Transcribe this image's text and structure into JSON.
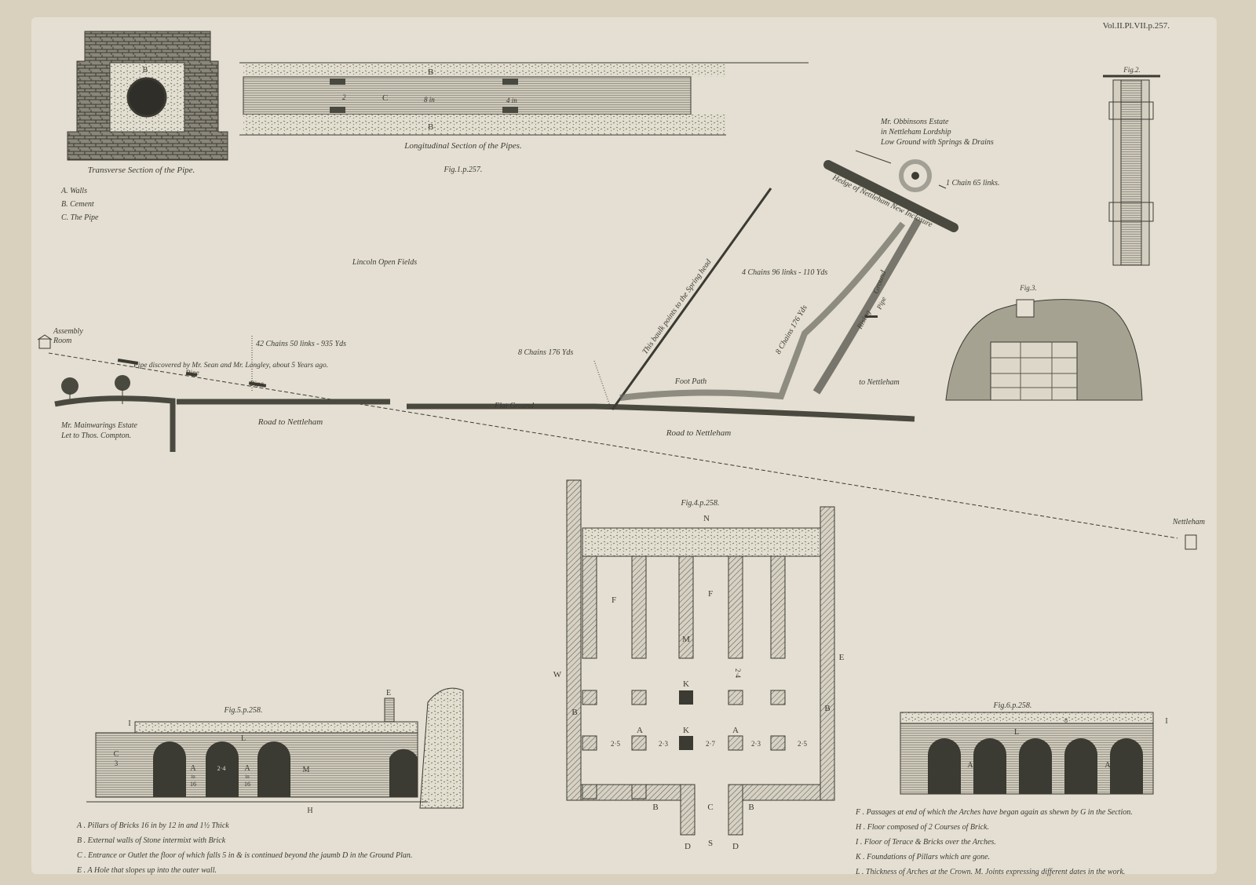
{
  "plate_ref": "Vol.II.Pl.VII.p.257.",
  "fig1": {
    "transverse_caption": "Transverse Section of the Pipe.",
    "transverse_mark": "B",
    "longitudinal_caption": "Longitudinal Section of the Pipes.",
    "fig_label": "Fig.1.p.257.",
    "marks": {
      "b_top": "B",
      "b_bottom": "B",
      "c": "C",
      "size_a": "4 in",
      "size_b": "8 in",
      "size_c": "2"
    },
    "legend": [
      {
        "key": "A",
        "text": "Walls"
      },
      {
        "key": "B",
        "text": "Cement"
      },
      {
        "key": "C",
        "text": "The Pipe"
      }
    ]
  },
  "fig2": {
    "label": "Fig.2."
  },
  "fig3": {
    "label": "Fig.3."
  },
  "map": {
    "lincoln_open_fields": "Lincoln Open Fields",
    "assembly_room": [
      "Assembly",
      "Room"
    ],
    "pipe_discovered": "Pipe discovered by Mr. Sean and Mr. Langley, about 5 Years ago.",
    "pipe_1": "Pipe",
    "pipe_2": "Pipe",
    "distance_42": "42 Chains 50 links - 935 Yds",
    "mainwaring_estate": [
      "Mr. Mainwarings Estate",
      "Let to Thos. Compton."
    ],
    "road_1": "Road to Nettleham",
    "road_2": "Road to Nettleham",
    "flat_ground": "Flat Ground",
    "distance_8a": "8 Chains 176 Yds",
    "baulk": "This baulk points to the Spring head",
    "foot_path": "Foot Path",
    "to_nettleham": "to Nettleham",
    "distance_8b": "8 Chains 176 Yds",
    "rising_ground": [
      "Rising",
      "Ground"
    ],
    "pipe_3": "Pipe",
    "distance_4": "4 Chains 96 links - 110 Yds",
    "obbinson_estate": [
      "Mr. Obbinsons Estate",
      "in Nettleham Lordship",
      "Low Ground with Springs & Drains"
    ],
    "distance_1": "1 Chain 65 links.",
    "hedge": "Hedge of Nettleham New Inclosure",
    "nettleham": "Nettleham"
  },
  "fig4": {
    "label": "Fig.4.p.258.",
    "letters": {
      "n": "N",
      "f1": "F",
      "f2": "F",
      "m": "M",
      "k1": "K",
      "k2": "K",
      "a1": "A",
      "a2": "A",
      "w": "W",
      "b1": "B",
      "b2": "B",
      "e": "E",
      "c": "C",
      "b3": "B",
      "b4": "B",
      "d1": "D",
      "s": "S",
      "d2": "D"
    },
    "spacings": [
      "2·5",
      "2·3",
      "2·7",
      "2·3",
      "2·5"
    ],
    "spacing_vertical": "2·4"
  },
  "fig5": {
    "label": "Fig.5.p.258.",
    "letters": {
      "e": "E",
      "i": "I",
      "l": "L",
      "c": "C",
      "c_num": "3",
      "a1": "A",
      "a1_in": "in",
      "a1_num": "16",
      "mid": "2·4",
      "a2": "A",
      "a2_in": "in",
      "a2_num": "16",
      "m": "M",
      "h": "H"
    },
    "legend": [
      {
        "key": "A",
        "text": "Pillars of Bricks 16 in by 12 in and 1½ Thick"
      },
      {
        "key": "B",
        "text": "External walls of Stone intermixt with Brick"
      },
      {
        "key": "C",
        "text": "Entrance or Outlet the floor of which falls 5 in & is continued beyond the jaumb D in the Ground Plan."
      },
      {
        "key": "E",
        "text": "A Hole that slopes up into the outer wall."
      }
    ]
  },
  "fig6": {
    "label": "Fig.6.p.258.",
    "letters": {
      "i": "I",
      "l": "L",
      "a1": "A",
      "a2": "A",
      "top": "8"
    },
    "legend": [
      {
        "key": "F",
        "text": "Passages at end of which the Arches have began again as shewn by G in the Section."
      },
      {
        "key": "H",
        "text": "Floor composed of 2 Courses of Brick."
      },
      {
        "key": "I",
        "text": "Floor of Terace & Bricks over the Arches."
      },
      {
        "key": "K",
        "text": "Foundations of Pillars which are gone."
      },
      {
        "key": "L",
        "text": "Thickness of Arches at the Crown. M. Joints expressing different dates in the work."
      }
    ]
  },
  "colors": {
    "paper": "#e4dfd2",
    "ink": "#3b3a33",
    "border": "#d9d1bd"
  }
}
